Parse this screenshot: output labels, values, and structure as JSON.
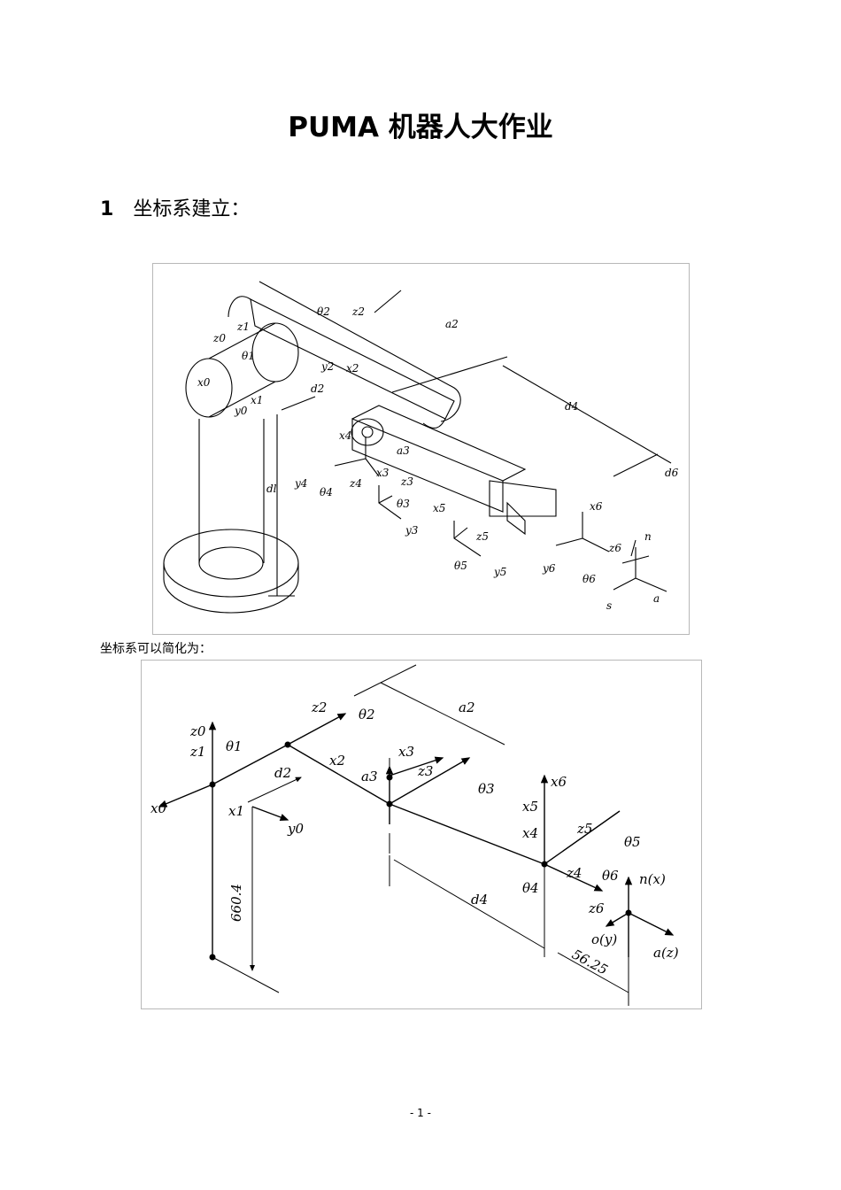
{
  "document": {
    "title": "PUMA 机器人大作业",
    "section": {
      "number": "1",
      "heading": "坐标系建立："
    },
    "caption": "坐标系可以简化为：",
    "page_number": "- 1 -"
  },
  "figure1": {
    "labels": {
      "z0": "z0",
      "z1": "z1",
      "x0": "x0",
      "y0": "y0",
      "x1": "x1",
      "theta1": "θ1",
      "theta2": "θ2",
      "z2": "z2",
      "y2": "y2",
      "x2": "x2",
      "a2": "a2",
      "d2": "d2",
      "d4": "d4",
      "d6": "d6",
      "dl": "dl",
      "x4": "x4",
      "y4": "y4",
      "z4": "z4",
      "theta4": "θ4",
      "a3": "a3",
      "x3": "x3",
      "z3": "z3",
      "theta3": "θ3",
      "y3": "y3",
      "x5": "x5",
      "z5": "z5",
      "theta5": "θ5",
      "y5": "y5",
      "x6": "x6",
      "z6": "z6",
      "y6": "y6",
      "theta6": "θ6",
      "n": "n",
      "s": "s",
      "a": "a"
    }
  },
  "figure2": {
    "labels": {
      "z0": "z0",
      "z1": "z1",
      "theta1": "θ1",
      "x0": "x0",
      "x1": "x1",
      "y0": "y0",
      "d2": "d2",
      "z2": "z2",
      "theta2": "θ2",
      "a2": "a2",
      "x2": "x2",
      "x3": "x3",
      "a3": "a3",
      "z3": "z3",
      "theta3": "θ3",
      "x6": "x6",
      "x5": "x5",
      "x4": "x4",
      "z5": "z5",
      "theta5": "θ5",
      "theta4": "θ4",
      "z4": "z4",
      "theta6": "θ6",
      "z6": "z6",
      "n": "n(x)",
      "o": "o(y)",
      "a": "a(z)",
      "d4": "d4",
      "dim_base": "660.4",
      "dim_tool": "56.25"
    }
  }
}
